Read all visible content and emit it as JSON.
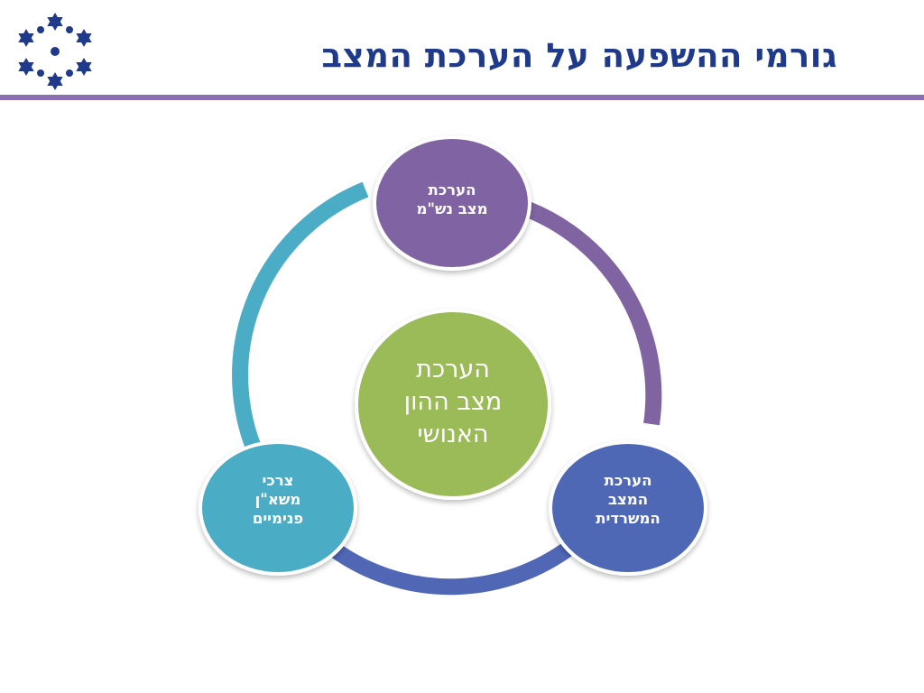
{
  "slide": {
    "title": "גורמי ההשפעה על הערכת המצב"
  },
  "logo": {
    "icon": "star-of-david-ring-logo",
    "color": "#1f3a8a"
  },
  "diagram": {
    "center": {
      "lines": [
        "הערכת",
        "מצב ההון",
        "האנושי"
      ],
      "color": "#9bbb59"
    },
    "nodes": [
      {
        "id": "top",
        "lines": [
          "הערכת",
          "מצב נש\"מ"
        ],
        "color": "#8064a2"
      },
      {
        "id": "bottom-right",
        "lines": [
          "הערכת",
          "המצב",
          "המשרדית"
        ],
        "color": "#4f67b5"
      },
      {
        "id": "bottom-left",
        "lines": [
          "צרכי",
          "משא\"ן",
          "פנימיים"
        ],
        "color": "#4bacc6"
      }
    ],
    "ring_colors": {
      "left_arc": "#4bacc6",
      "right_arc": "#8064a2",
      "bottom_arc": "#4f67b5"
    },
    "rule_color": "#8b6fb0"
  }
}
